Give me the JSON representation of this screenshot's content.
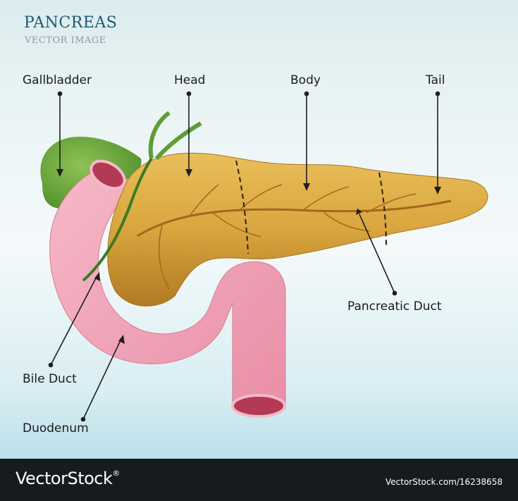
{
  "header": {
    "title": "PANCREAS",
    "subtitle": "VECTOR IMAGE"
  },
  "labels": {
    "gallbladder": "Gallbladder",
    "head": "Head",
    "body": "Body",
    "tail": "Tail",
    "pancreatic_duct": "Pancreatic Duct",
    "bile_duct": "Bile Duct",
    "duodenum": "Duodenum"
  },
  "footer": {
    "brand": "VectorStock",
    "registered": "®",
    "stock_id": "VectorStock.com/16238658"
  },
  "colors": {
    "pancreas": "#d9a53e",
    "duodenum": "#f2a6b8",
    "gallbladder": "#6fae3c",
    "footer_bg": "#161b20",
    "title": "#1c5a74"
  }
}
